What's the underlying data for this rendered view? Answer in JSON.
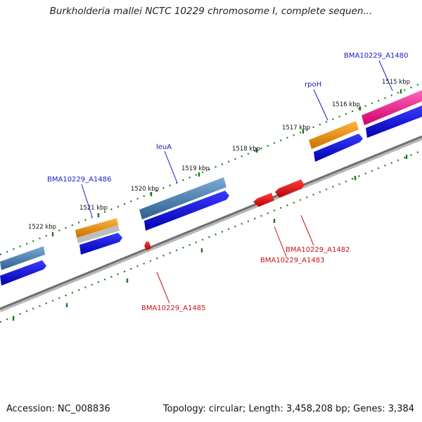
{
  "title": "Burkholderia mallei NCTC 10229 chromosome I, complete sequen...",
  "accession": "Accession: NC_008836",
  "topology": "Topology: circular; Length: 3,458,208 bp; Genes: 3,384",
  "colors": {
    "backbone": "#7a7a7a",
    "ticks": "#1e7a1e",
    "forward_label": "#1a1acc",
    "reverse_label": "#cc1111",
    "cds_blue": "#0000ee",
    "rrna_steel": "#4a7fb0",
    "trna_orange": "#f29000",
    "misc_magenta": "#ee1188",
    "reverse_red": "#ee0000"
  },
  "scale_labels": [
    {
      "text": "1515 kbp"
    },
    {
      "text": "1516 kbp"
    },
    {
      "text": "1517 kbp"
    },
    {
      "text": "1518 kbp"
    },
    {
      "text": "1519 kbp"
    },
    {
      "text": "1520 kbp"
    },
    {
      "text": "1521 kbp"
    },
    {
      "text": "1522 kbp"
    }
  ],
  "gene_labels": [
    {
      "text": "BMA10229_A1480",
      "strand": "forward"
    },
    {
      "text": "rpoH",
      "strand": "forward"
    },
    {
      "text": "leuA",
      "strand": "forward"
    },
    {
      "text": "BMA10229_A1486",
      "strand": "forward"
    },
    {
      "text": "BMA10229_A1482",
      "strand": "reverse"
    },
    {
      "text": "BMA10229_A1483",
      "strand": "reverse"
    },
    {
      "text": "BMA10229_A1485",
      "strand": "reverse"
    }
  ]
}
